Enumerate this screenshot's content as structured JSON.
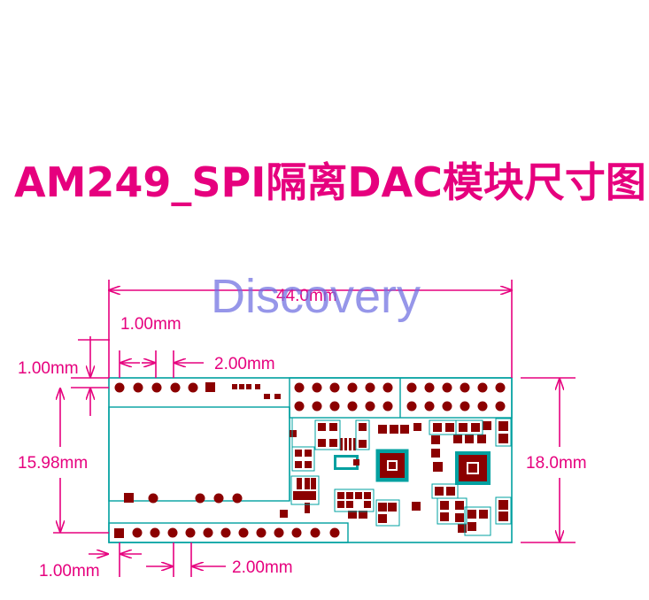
{
  "title": "AM249_SPI隔离DAC模块尺寸图",
  "watermark": "Discovery",
  "colors": {
    "dimension": "#e6007e",
    "outline": "#00a0a0",
    "pad": "#8b0000",
    "board": "#ffffff"
  },
  "dimensions": {
    "width_total": "44.0mm",
    "top_pin_offset": "1.00mm",
    "top_pin_pitch": "2.00mm",
    "left_edge_offset": "1.00mm",
    "pin_row_spacing": "15.98mm",
    "height_total": "18.0mm",
    "bottom_pin_offset": "1.00mm",
    "bottom_pin_pitch": "2.00mm"
  }
}
